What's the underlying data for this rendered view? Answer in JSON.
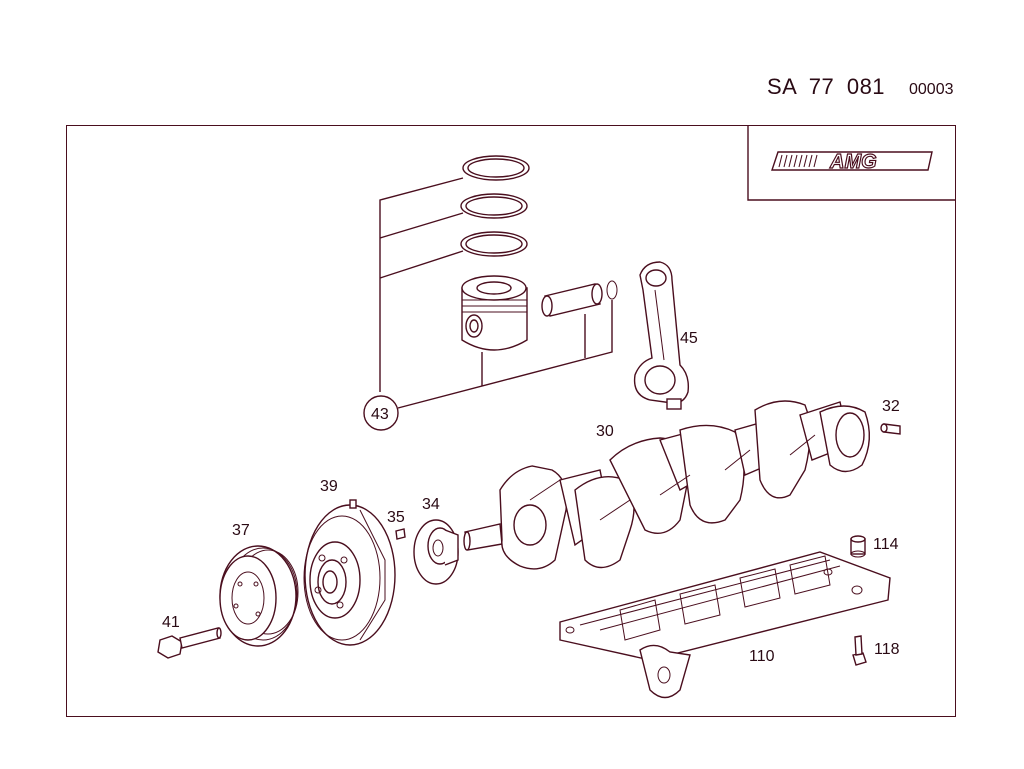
{
  "header": {
    "code": "SA   77 081",
    "sheet": "00003"
  },
  "logo": {
    "text": "AMG"
  },
  "callouts": [
    {
      "id": "43",
      "circled": true
    },
    {
      "id": "45",
      "circled": false
    },
    {
      "id": "32",
      "circled": false
    },
    {
      "id": "30",
      "circled": false
    },
    {
      "id": "39",
      "circled": false
    },
    {
      "id": "35",
      "circled": false
    },
    {
      "id": "34",
      "circled": false
    },
    {
      "id": "37",
      "circled": false
    },
    {
      "id": "41",
      "circled": false
    },
    {
      "id": "114",
      "circled": false
    },
    {
      "id": "118",
      "circled": false
    },
    {
      "id": "110",
      "circled": false
    }
  ],
  "colors": {
    "ink": "#4a0e1e",
    "background": "#ffffff"
  }
}
